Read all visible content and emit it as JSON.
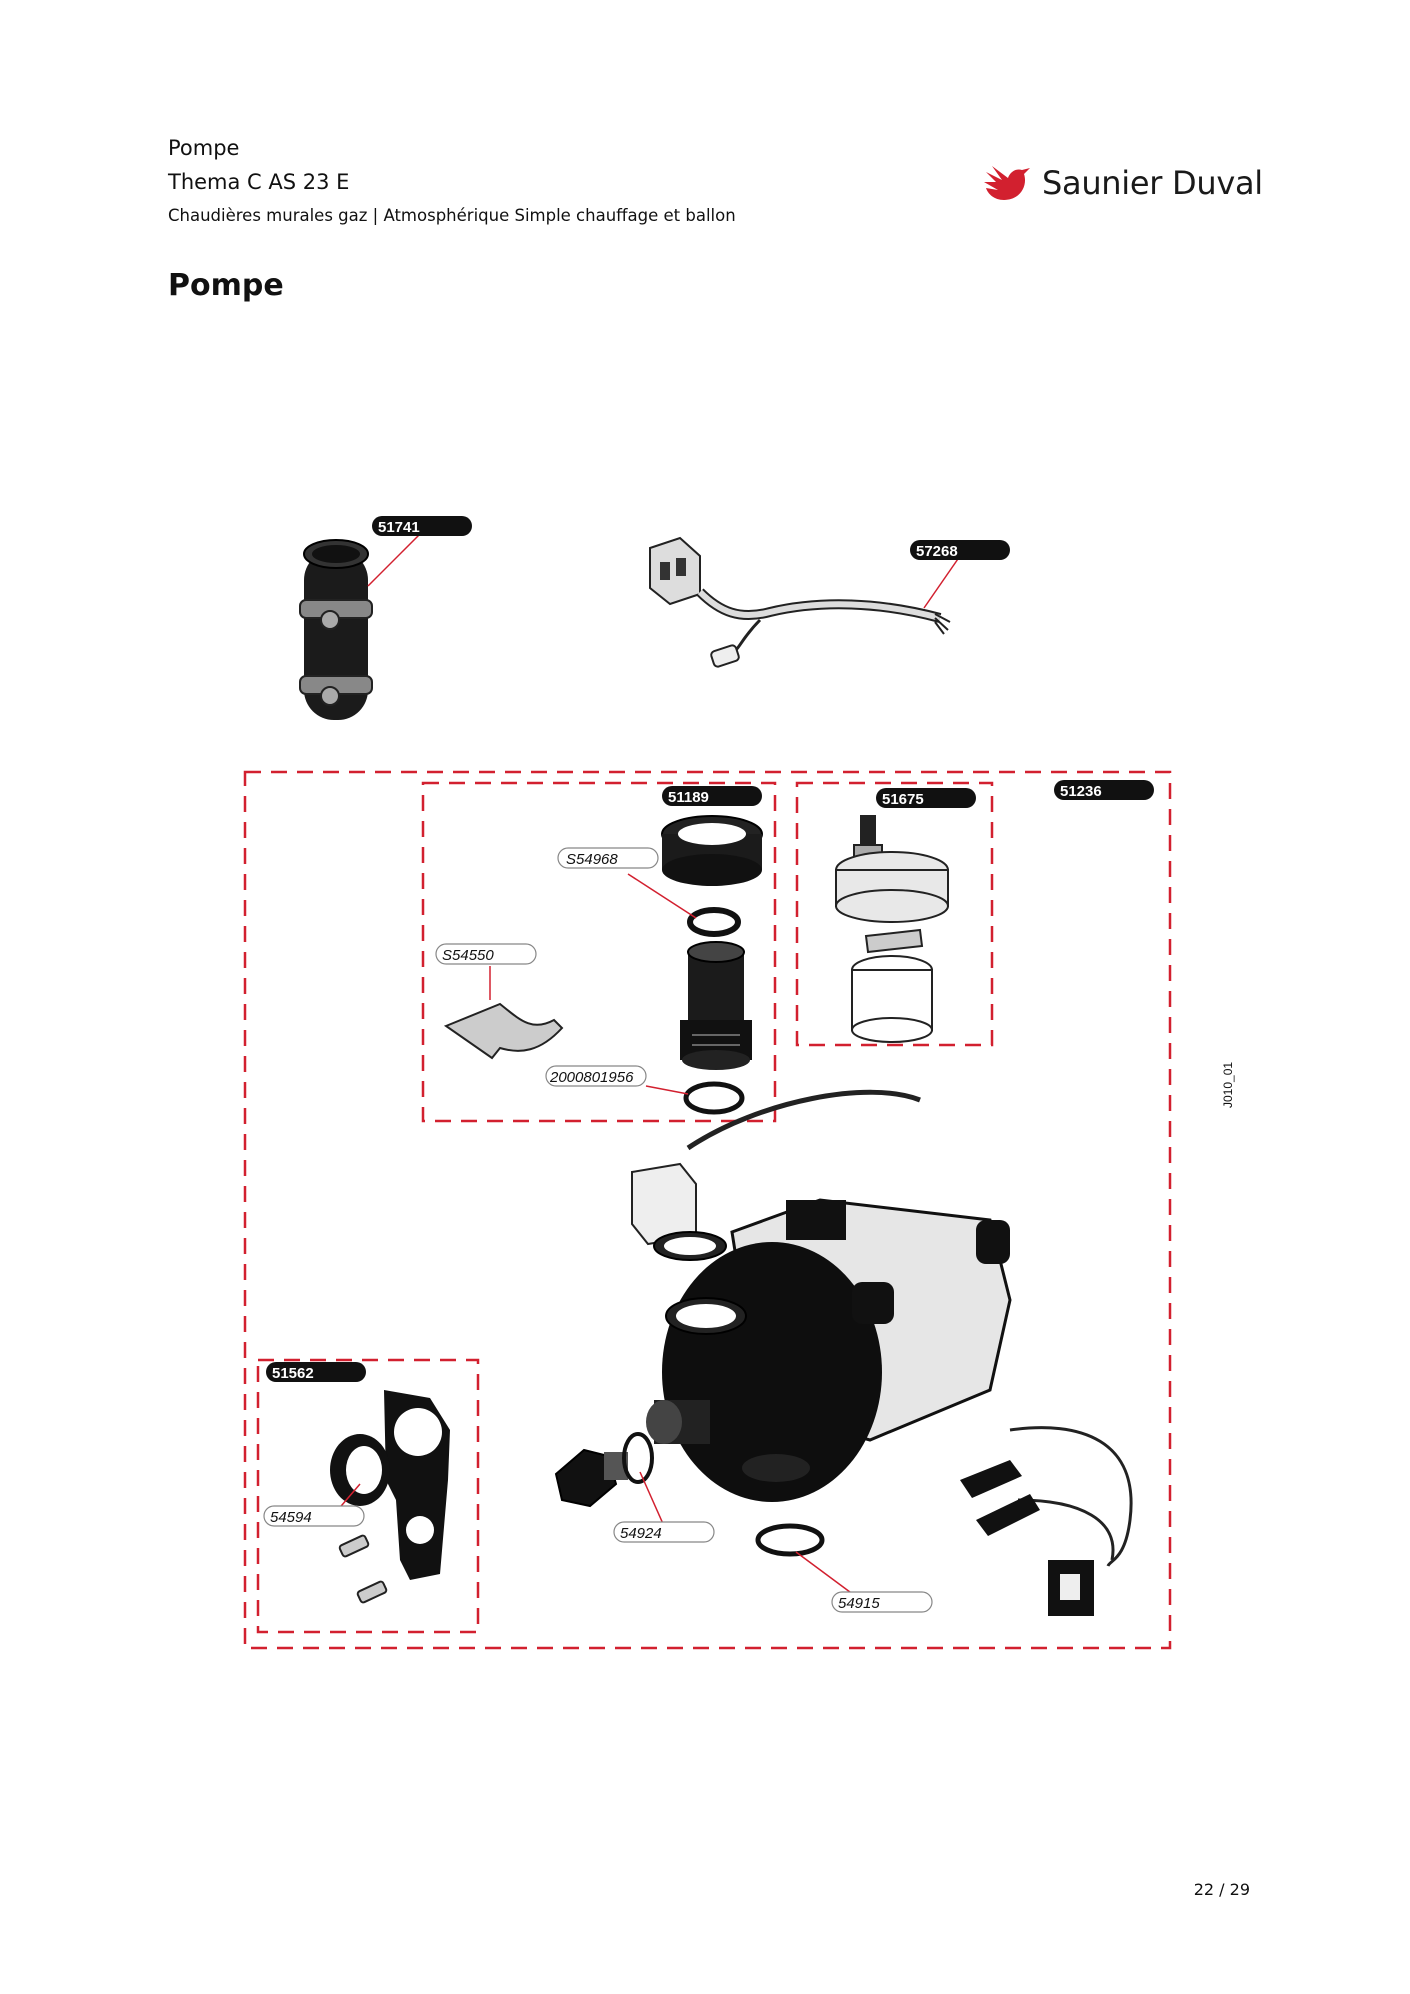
{
  "header": {
    "title": "Pompe",
    "model": "Thema C AS 23 E",
    "category": "Chaudières murales gaz | Atmosphérique Simple chauffage et ballon"
  },
  "brand": {
    "name": "Saunier Duval",
    "color": "#d2202f"
  },
  "section_title": "Pompe",
  "diagram": {
    "code": "J010_01",
    "group_labels": [
      "51236",
      "51189",
      "51675",
      "51562"
    ],
    "part_labels": [
      "51741",
      "57268",
      "S54968",
      "S54550",
      "2000801956",
      "54594",
      "54924",
      "54915"
    ],
    "dash_color": "#d2202f"
  },
  "page": {
    "number": "22 / 29"
  }
}
